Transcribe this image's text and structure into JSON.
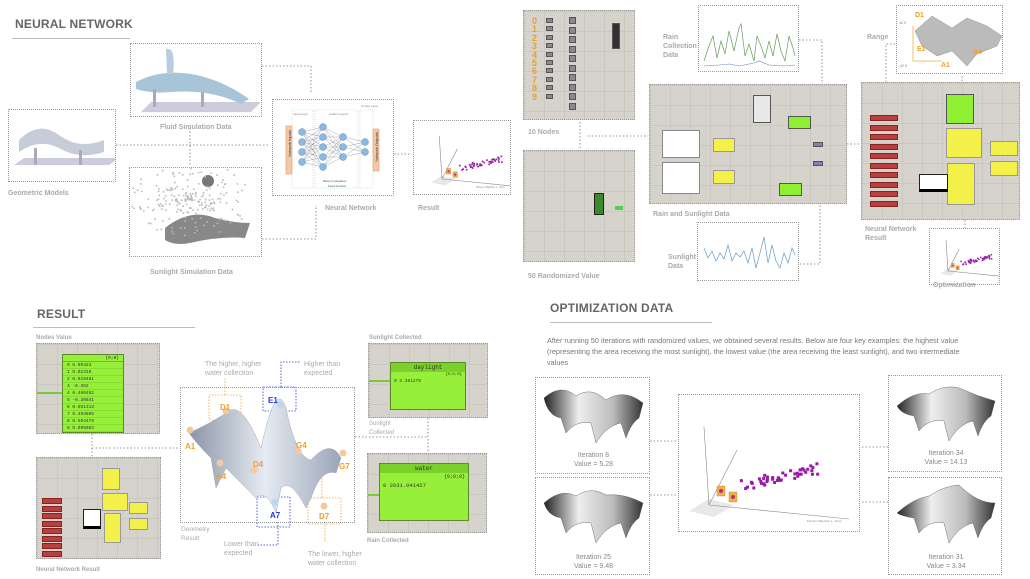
{
  "sections": {
    "neural_network": "NEURAL NETWORK",
    "result": "RESULT",
    "optimization": "OPTIMIZATION DATA"
  },
  "neural": {
    "fluid": "Fluid Simulation Data",
    "geometric": "Geometric Models",
    "sunlight": "Sunlight Simulation Data",
    "network": "Neural Network",
    "result": "Result",
    "nn_diagram": {
      "input": "Input Layer",
      "hidden": "Hidden Layers",
      "output": "Output Layer",
      "inputs": "Network Inputs",
      "outputs": "Network Outputs",
      "back": "Back propagation",
      "forward": "Feed forward"
    },
    "axis": "Fitness Objective 1 : Num"
  },
  "gh": {
    "nodes": "10 Nodes",
    "node_numbers": [
      "0",
      "1",
      "2",
      "3",
      "4",
      "5",
      "6",
      "7",
      "8",
      "9"
    ],
    "randomized": "50 Randomized Value",
    "rain_chart": "Rain Collection Data",
    "rain_sun": "Rain and Sunlight Data",
    "sun_chart": "Sunlight Data",
    "range": "Range",
    "nn_result": "Neural Network Result",
    "optimization": "Optimization",
    "range_points": {
      "d1": "D1",
      "e1": "E1",
      "a1": "A1",
      "a4": "A4",
      "top": "40 ft",
      "bottom": "-40 ft"
    }
  },
  "result": {
    "nodes_value": "Nodes Value",
    "nodes_header": "{0;0}",
    "nodes": [
      "0 0.09423",
      "1 0.02319",
      "2 0.019461",
      "3 -0.352",
      "4 0.480462",
      "5 -0.30641",
      "6 0.051313",
      "7 0.494805",
      "8 0.504479",
      "9 0.095063"
    ],
    "nn_result": "Neural Network Result",
    "geometry": "Geometry Result",
    "sunlight_label": "Sunlight Collected",
    "sunlight_collected": "Sunlight Collected",
    "daylight": {
      "title": "daylight",
      "path": "{0;0;0}",
      "value": "0 3.351279"
    },
    "water": {
      "title": "water",
      "path": "{0;0;0}",
      "value": "0 2031.041427"
    },
    "rain_collected": "Rain Collected",
    "points": {
      "d1": "D1",
      "e1": "E1",
      "a1": "A1",
      "a4": "A4",
      "d4": "D4",
      "g4": "G4",
      "g7": "G7",
      "a7": "A7",
      "d7": "D7"
    },
    "annotations": {
      "higher_water": "The higher, higher water collection",
      "higher_expected": "Higher than expected",
      "lower_expected": "Lower than expected",
      "lower_water": "The lower, higher water collection"
    }
  },
  "optimization": {
    "description": "After running 50 iterations with randomized values, we obtained several results. Below are four key examples: the highest value (representing the area receiving the most sunlight), the lowest value (the area receiving the least sunlight), and two intermediate values",
    "iterations": [
      {
        "name": "Iteration 8",
        "value": "Value = 5.28"
      },
      {
        "name": "Iteration 25",
        "value": "Value = 9.48"
      },
      {
        "name": "Iteration 34",
        "value": "Value = 14.13"
      },
      {
        "name": "Iteration 31",
        "value": "Value = 3.34"
      }
    ],
    "axis": "Fitness Objective 1 : Num"
  },
  "colors": {
    "accent": "#f0a030",
    "blue": "#2233dd",
    "green": "#96f03a",
    "purple": "#9a1aa8"
  }
}
